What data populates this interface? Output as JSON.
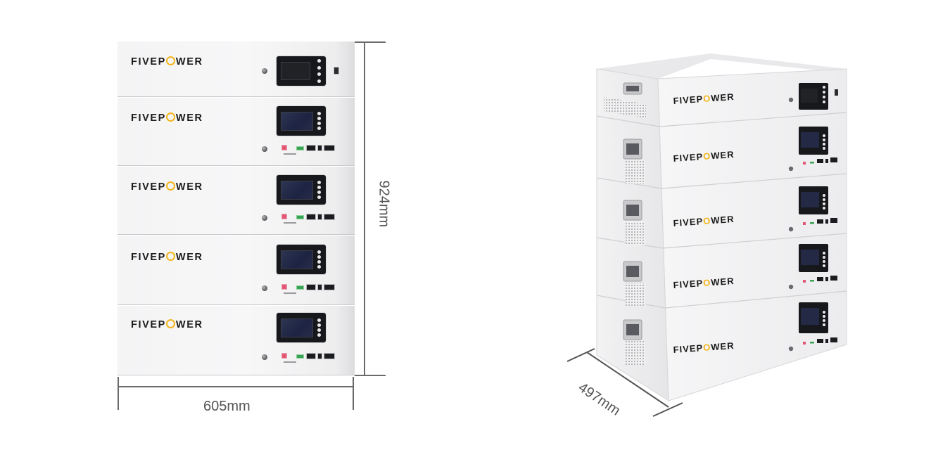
{
  "product": {
    "brand": "FIVEPOWER",
    "brand_prefix": "FIVEP",
    "brand_suffix": "WER",
    "accent_color": "#f2b51b",
    "module_count": 5
  },
  "front_view": {
    "modules": [
      {
        "index": 1,
        "type": "controller"
      },
      {
        "index": 2,
        "type": "battery"
      },
      {
        "index": 3,
        "type": "battery"
      },
      {
        "index": 4,
        "type": "battery"
      },
      {
        "index": 5,
        "type": "battery"
      }
    ],
    "dimensions": {
      "height_label": "924mm",
      "width_label": "605mm"
    }
  },
  "iso_view": {
    "dimensions": {
      "depth_label": "497mm"
    }
  }
}
